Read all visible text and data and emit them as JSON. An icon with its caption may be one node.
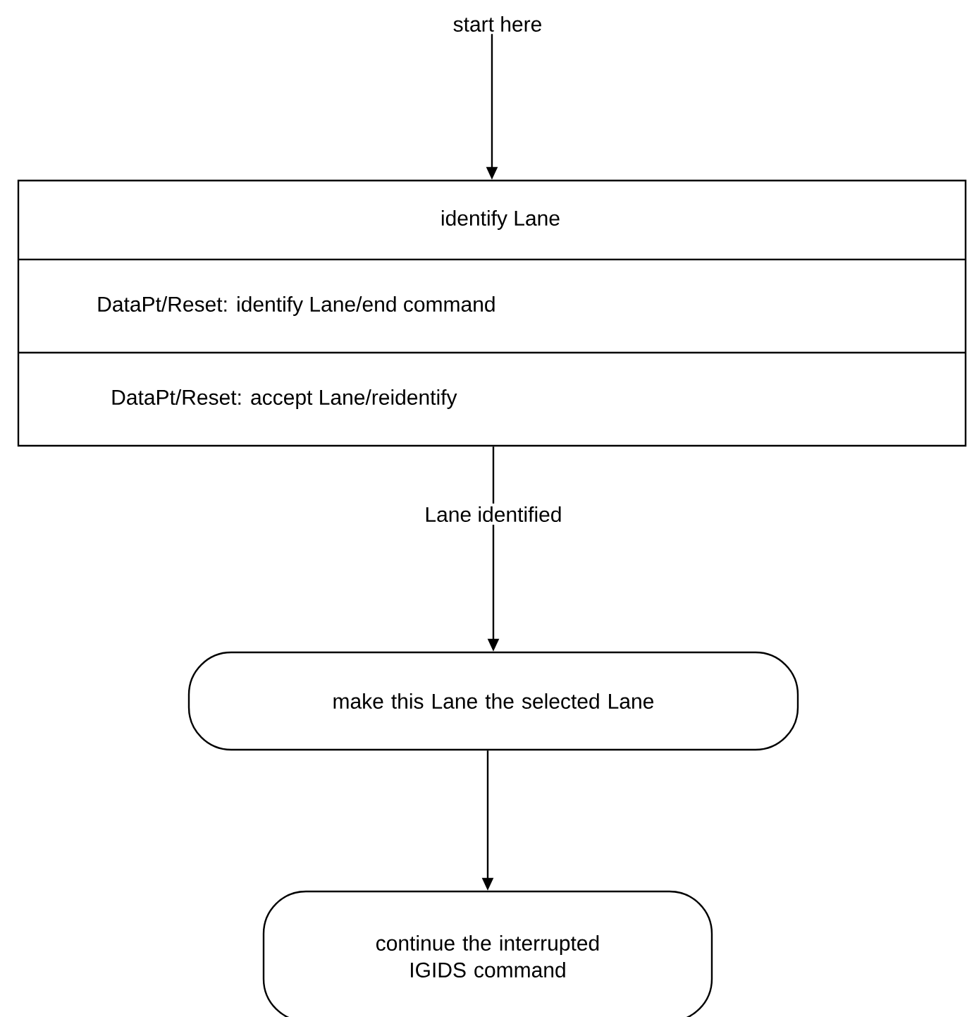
{
  "diagram": {
    "nodes": [
      {
        "text": [
          "start here"
        ]
      },
      {
        "text": [
          "identify Lane",
          "DataPt/Reset: identify Lane/end command",
          "DataPt/Reset: accept Lane/reidentify"
        ]
      },
      {
        "text": [
          "make this Lane the selected Lane"
        ]
      },
      {
        "text": [
          "continue the interrupted IGIDS command"
        ]
      }
    ],
    "edges": [
      {
        "from": 0,
        "to": 1,
        "arrow": "to"
      },
      {
        "from": 1,
        "to": 2,
        "arrow": "to",
        "label": "Lane identified"
      },
      {
        "from": 2,
        "to": 3,
        "arrow": "to"
      }
    ]
  }
}
